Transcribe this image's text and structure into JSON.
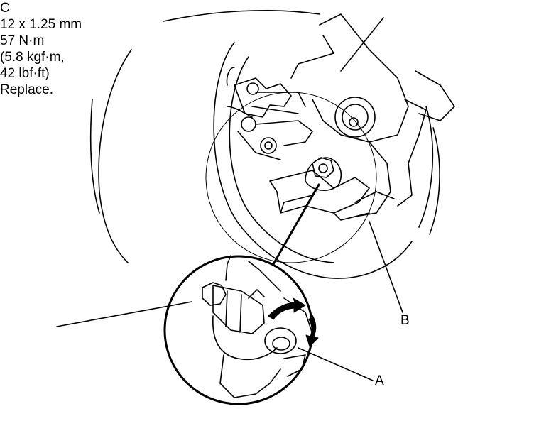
{
  "labels": {
    "a": "A",
    "b": "B",
    "c": "C"
  },
  "spec": {
    "thread": "12 x 1.25 mm",
    "torque_nm": "57 N·m",
    "torque_kgfm": "(5.8 kgf·m,",
    "torque_lbfft": "42 lbf·ft)",
    "note": "Replace."
  }
}
